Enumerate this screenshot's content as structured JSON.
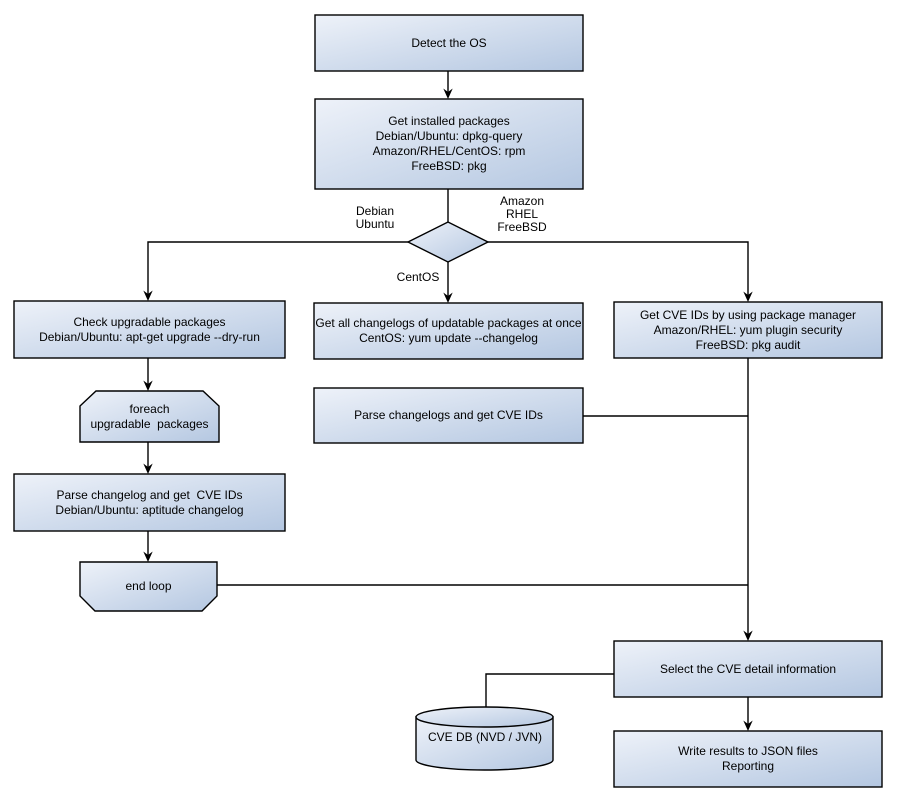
{
  "nodes": {
    "detect_os": {
      "lines": [
        "Detect the OS"
      ]
    },
    "get_installed_packages": {
      "lines": [
        "Get installed packages",
        "Debian/Ubuntu: dpkg-query",
        "Amazon/RHEL/CentOS: rpm",
        "FreeBSD: pkg"
      ]
    },
    "check_upgradable": {
      "lines": [
        "Check upgradable packages",
        "Debian/Ubuntu: apt-get upgrade --dry-run"
      ]
    },
    "foreach_loop": {
      "lines": [
        "foreach",
        "upgradable  packages"
      ]
    },
    "parse_changelog_deb": {
      "lines": [
        "Parse changelog and get  CVE IDs",
        "Debian/Ubuntu: aptitude changelog"
      ]
    },
    "end_loop": {
      "lines": [
        "end loop"
      ]
    },
    "get_all_changelogs": {
      "lines": [
        "Get all changelogs of updatable packages at once",
        "CentOS: yum update --changelog"
      ]
    },
    "parse_changelogs_centos": {
      "lines": [
        "Parse changelogs and get CVE IDs"
      ]
    },
    "get_cve_ids_pkg_mgr": {
      "lines": [
        "Get CVE IDs by using package manager",
        "Amazon/RHEL: yum plugin security",
        "FreeBSD: pkg audit"
      ]
    },
    "select_cve_detail": {
      "lines": [
        "Select the CVE detail information"
      ]
    },
    "cve_db": {
      "lines": [
        "CVE DB (NVD / JVN)"
      ]
    },
    "write_results": {
      "lines": [
        "Write results to JSON files",
        "Reporting"
      ]
    }
  },
  "edge_labels": {
    "debian_ubuntu": [
      "Debian",
      "Ubuntu"
    ],
    "amazon_rhel_freebsd": [
      "Amazon",
      "RHEL",
      "FreeBSD"
    ],
    "centos": [
      "CentOS"
    ]
  },
  "colors": {
    "node_fill_light": "#eef2f9",
    "node_fill_dark": "#b4c7e1",
    "node_border": "#000000",
    "connector": "#000000",
    "text": "#000000",
    "background": "#ffffff"
  }
}
